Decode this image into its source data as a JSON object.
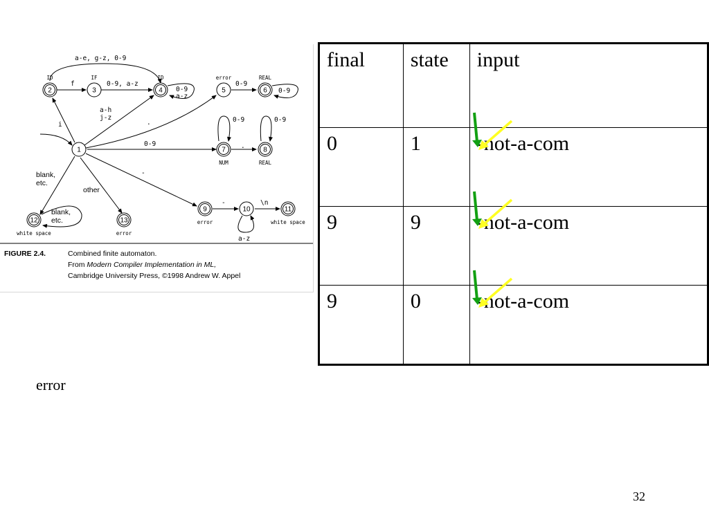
{
  "figure": {
    "states": [
      {
        "id": "1"
      },
      {
        "id": "2",
        "label": "ID"
      },
      {
        "id": "3",
        "label": "IF"
      },
      {
        "id": "4",
        "label": "ID"
      },
      {
        "id": "5",
        "label": "error"
      },
      {
        "id": "6",
        "label": "REAL"
      },
      {
        "id": "7",
        "label": "NUM"
      },
      {
        "id": "8",
        "label": "REAL"
      },
      {
        "id": "9",
        "label": "error"
      },
      {
        "id": "10"
      },
      {
        "id": "11",
        "label": "white space"
      },
      {
        "id": "12",
        "label": "white space"
      },
      {
        "id": "13",
        "label": "error"
      }
    ],
    "edge_labels": {
      "top_loop": "a-e, g-z, 0-9",
      "e2_3": "f",
      "e3_4": "0-9, a-z",
      "loop4": [
        "0-9",
        "a-z"
      ],
      "e5_6": "0-9",
      "loop6": "0-9",
      "e1_2": "i",
      "e1_4": [
        "a-h",
        "j-z"
      ],
      "e1_5": ".",
      "e1_7": "0-9",
      "loop7": "0-9",
      "e7_8": ".",
      "loop8": "0-9",
      "e1_9": "-",
      "e9_10": "-",
      "e10_11": "\\n",
      "loop10": "a-z",
      "e1_12": [
        "blank,",
        "etc."
      ],
      "loop12": [
        "blank,",
        "etc."
      ],
      "e1_13": "other"
    },
    "caption": {
      "label": "FIGURE 2.4.",
      "line1": "Combined finite automaton.",
      "line2_prefix": "From ",
      "line2_italic": "Modern Compiler Implementation in ML,",
      "line3": "Cambridge University Press, ©1998 Andrew W. Appel"
    }
  },
  "table": {
    "headers": [
      "final",
      "state",
      "input"
    ],
    "rows": [
      {
        "final": "0",
        "state": "1",
        "input": "-not-a-com"
      },
      {
        "final": "9",
        "state": "9",
        "input": "-not-a-com"
      },
      {
        "final": "9",
        "state": "0",
        "input": "-not-a-com"
      }
    ]
  },
  "colors": {
    "pointer_green": "#12a012",
    "pointer_yellow": "#ffff22"
  },
  "status_text": "error",
  "slide_number": "32"
}
